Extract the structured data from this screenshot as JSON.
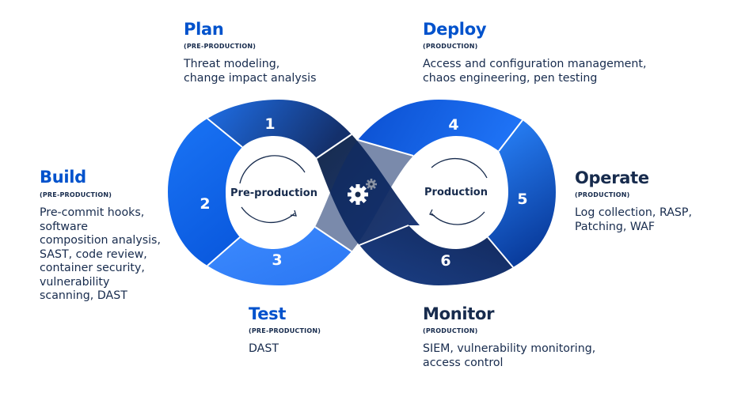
{
  "colors": {
    "blue_bright": "#2684ff",
    "blue_mid": "#0065ff",
    "blue_dark": "#0052cc",
    "navy": "#172b4d",
    "navy_dark": "#091e42",
    "title_blue": "#0052cc",
    "title_navy": "#172b4d"
  },
  "stages": [
    {
      "title": "Plan",
      "stage": "(PRE-PRODUCTION)",
      "description": "Threat modeling,\nchange impact analysis",
      "number": "1"
    },
    {
      "title": "Build",
      "stage": "(PRE-PRODUCTION)",
      "description": "Pre-commit hooks,\nsoftware\ncomposition analysis,\nSAST, code review,\ncontainer security,\nvulnerability\nscanning, DAST",
      "number": "2"
    },
    {
      "title": "Test",
      "stage": "(PRE-PRODUCTION)",
      "description": "DAST",
      "number": "3"
    },
    {
      "title": "Deploy",
      "stage": "(PRODUCTION)",
      "description": "Access and configuration management,\nchaos engineering, pen testing",
      "number": "4"
    },
    {
      "title": "Operate",
      "stage": "(PRODUCTION)",
      "description": "Log collection, RASP,\nPatching, WAF",
      "number": "5"
    },
    {
      "title": "Monitor",
      "stage": "(PRODUCTION)",
      "description": "SIEM, vulnerability monitoring,\naccess control",
      "number": "6"
    }
  ],
  "loops": {
    "left": "Pre-production",
    "right": "Production"
  },
  "center_icon": "gears-icon"
}
